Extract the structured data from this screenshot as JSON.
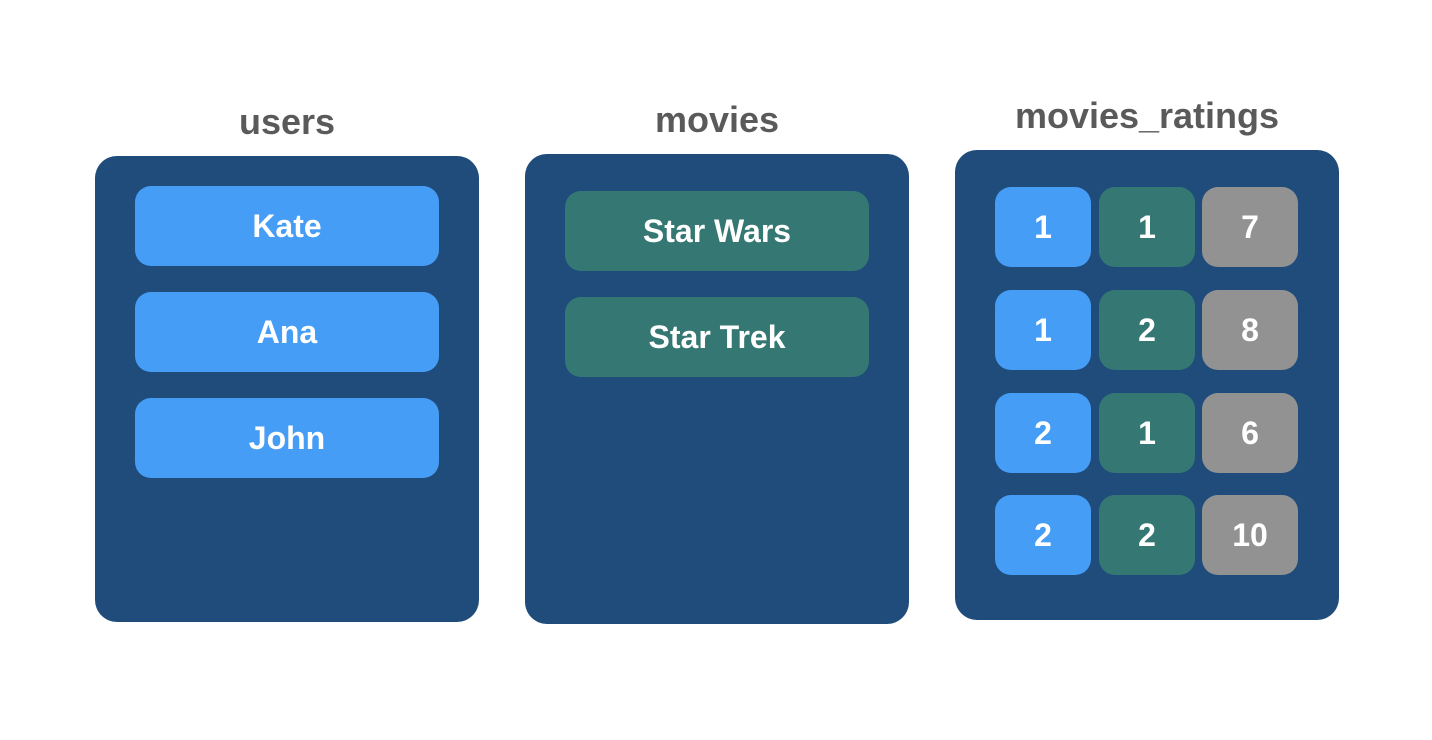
{
  "colors": {
    "panel": "#1f4c7b",
    "user": "#459df5",
    "movie": "#357873",
    "rating": "#929292",
    "title": "#5a5a5a"
  },
  "users": {
    "title": "users",
    "items": [
      "Kate",
      "Ana",
      "John"
    ]
  },
  "movies": {
    "title": "movies",
    "items": [
      "Star Wars",
      "Star Trek"
    ]
  },
  "movies_ratings": {
    "title": "movies_ratings",
    "rows": [
      {
        "user_id": "1",
        "movie_id": "1",
        "rating": "7"
      },
      {
        "user_id": "1",
        "movie_id": "2",
        "rating": "8"
      },
      {
        "user_id": "2",
        "movie_id": "1",
        "rating": "6"
      },
      {
        "user_id": "2",
        "movie_id": "2",
        "rating": "10"
      }
    ]
  }
}
